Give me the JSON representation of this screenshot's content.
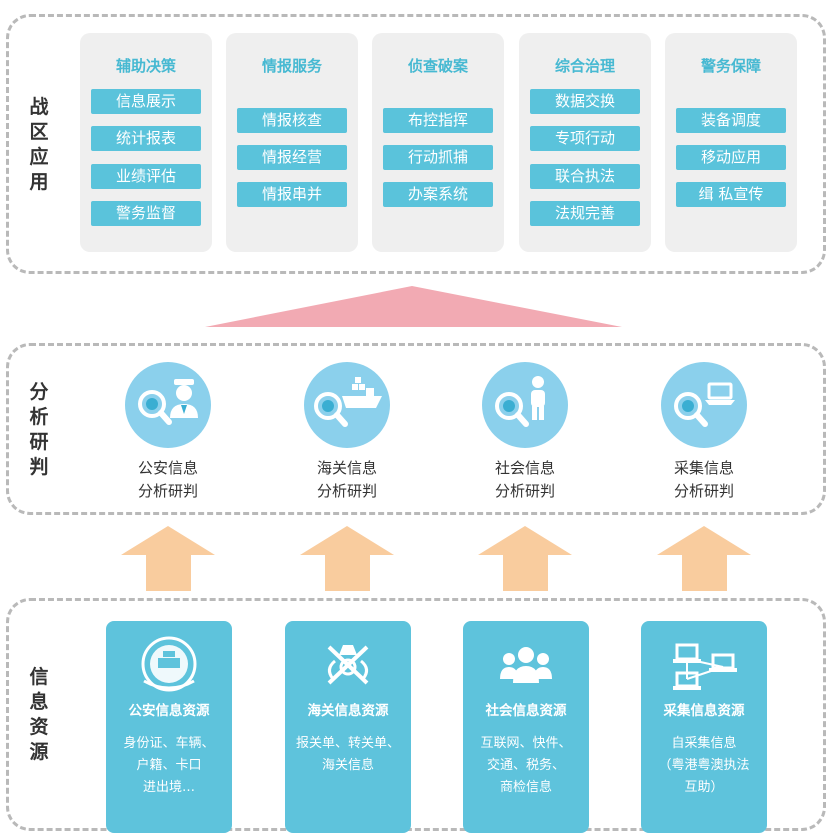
{
  "layers": {
    "application": "战区应用",
    "analysis": "分析研判",
    "resources": "信息资源"
  },
  "applications": [
    {
      "title": "辅助决策",
      "items": [
        "信息展示",
        "统计报表",
        "业绩评估",
        "警务监督"
      ]
    },
    {
      "title": "情报服务",
      "items": [
        "情报核查",
        "情报经营",
        "情报串并"
      ]
    },
    {
      "title": "侦查破案",
      "items": [
        "布控指挥",
        "行动抓捕",
        "办案系统"
      ]
    },
    {
      "title": "综合治理",
      "items": [
        "数据交换",
        "专项行动",
        "联合执法",
        "法规完善"
      ]
    },
    {
      "title": "警务保障",
      "items": [
        "装备调度",
        "移动应用",
        "缉 私宣传"
      ]
    }
  ],
  "analysis": [
    {
      "line1": "公安信息",
      "line2": "分析研判",
      "icon": "police-officer-icon"
    },
    {
      "line1": "海关信息",
      "line2": "分析研判",
      "icon": "cargo-ship-icon"
    },
    {
      "line1": "社会信息",
      "line2": "分析研判",
      "icon": "person-icon"
    },
    {
      "line1": "采集信息",
      "line2": "分析研判",
      "icon": "laptop-icon"
    }
  ],
  "resources": [
    {
      "title": "公安信息资源",
      "lines": [
        "身份证、车辆、",
        "户籍、卡口",
        "进出境…"
      ],
      "icon": "police-emblem-icon"
    },
    {
      "title": "海关信息资源",
      "lines": [
        "报关单、转关单、",
        "海关信息"
      ],
      "icon": "customs-emblem-icon"
    },
    {
      "title": "社会信息资源",
      "lines": [
        "互联网、快件、",
        "交通、税务、",
        "商检信息"
      ],
      "icon": "people-group-icon"
    },
    {
      "title": "采集信息资源",
      "lines": [
        "自采集信息",
        "（粤港粤澳执法",
        "互助）"
      ],
      "icon": "network-computers-icon"
    }
  ],
  "colors": {
    "accent": "#5ac3db",
    "card_bg": "#efefef",
    "analysis_circle": "#8bd0ec",
    "pink_triangle": "#f2aab3",
    "up_arrow": "#f9cc9e",
    "dashed_border": "#b9b9b9"
  }
}
